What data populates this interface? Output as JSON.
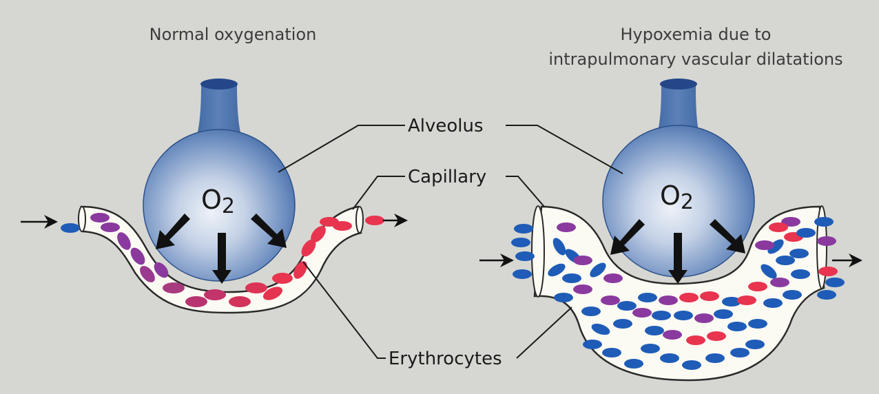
{
  "panels": {
    "left_title": "Normal oxygenation",
    "right_title_line1": "Hypoxemia due to",
    "right_title_line2": "intrapulmonary vascular dilatations"
  },
  "labels": {
    "alveolus": "Alveolus",
    "capillary": "Capillary",
    "erythrocytes": "Erythrocytes"
  },
  "oxygen": {
    "symbol": "O",
    "subscript": "2"
  },
  "colors": {
    "background": "#d6d7d2",
    "alveolus_fill_center": "#e6ecf6",
    "alveolus_fill_edge": "#3f6aa8",
    "capillary_fill": "#fbfaf3",
    "capillary_edge": "#2a2a2a",
    "rbc_deoxygenated": "#1f5cb8",
    "rbc_intermediate": "#8a3a9e",
    "rbc_oxygenated": "#e8344f",
    "arrow": "#111111"
  },
  "icons": [
    "oxygen-diffusion-arrow-icon",
    "blood-flow-arrow-icon"
  ]
}
